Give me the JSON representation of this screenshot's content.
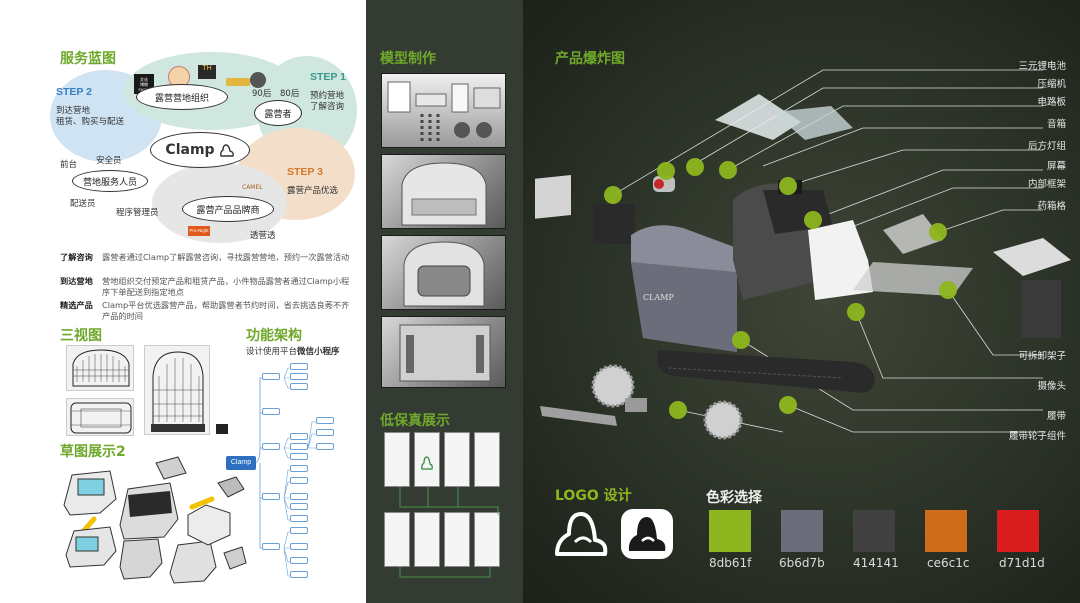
{
  "left": {
    "blueprint_title": "服务蓝图",
    "step1": {
      "label": "STEP 1",
      "line1": "预约营地",
      "line2": "了解咨询"
    },
    "step2": {
      "label": "STEP 2",
      "line1": "到达营地",
      "line2": "租赁、购买与配送"
    },
    "step3": {
      "label": "STEP 3",
      "line1": "露营产品优选"
    },
    "center_node": "Clamp",
    "nodes": {
      "camp_org": "露营营地组织",
      "camper": "露营者",
      "staff": "营地服务人员",
      "brand": "露营产品品牌商"
    },
    "tags": {
      "age90": "90后",
      "age80": "80后",
      "front": "前台",
      "safety": "安全员",
      "delivery": "配送员",
      "program": "程序管理员"
    },
    "brands": {
      "camel": "CAMEL",
      "pro": "Pro-Night",
      "transparent": "透营透"
    },
    "logo_badges": {
      "a": "文化\n博物\nFARM",
      "b": "TH"
    },
    "descriptions": [
      {
        "key": "了解咨询",
        "value": "露营者通过Clamp了解露营咨询，寻找露营营地，预约一次露营活动"
      },
      {
        "key": "到达营地",
        "value": "营地组织交付预定产品和租赁产品，小件物品露营者通过Clamp小程序下单配送到指定地点"
      },
      {
        "key": "精选产品",
        "value": "Clamp平台优选露营产品，帮助露营者节约时间，省去挑选良莠不齐产品的时间"
      }
    ],
    "three_view_title": "三视图",
    "function_title": "功能架构",
    "function_sub_a": "设计使用平台",
    "function_sub_b": "微信小程序",
    "sketch_title": "草图展示2",
    "tree_root": "Clamp"
  },
  "middle": {
    "model_title": "模型制作",
    "proto_title": "低保真展示"
  },
  "right": {
    "exploded_title": "产品爆炸图",
    "parts": [
      "三元锂电池",
      "压缩机",
      "电路板",
      "音箱",
      "后方灯组",
      "屏幕",
      "内部框架",
      "药箱格",
      "可拆卸架子",
      "摄像头",
      "履带",
      "履带轮子组件"
    ],
    "logo_title": "LOGO 设计",
    "color_title": "色彩选择",
    "colors": [
      {
        "hex": "#8db61f",
        "label": "8db61f"
      },
      {
        "hex": "#6b6d7b",
        "label": "6b6d7b"
      },
      {
        "hex": "#414141",
        "label": "414141"
      },
      {
        "hex": "#ce6c1c",
        "label": "ce6c1c"
      },
      {
        "hex": "#d71d1d",
        "label": "d71d1d"
      }
    ],
    "brand_text": "CLAMP"
  }
}
